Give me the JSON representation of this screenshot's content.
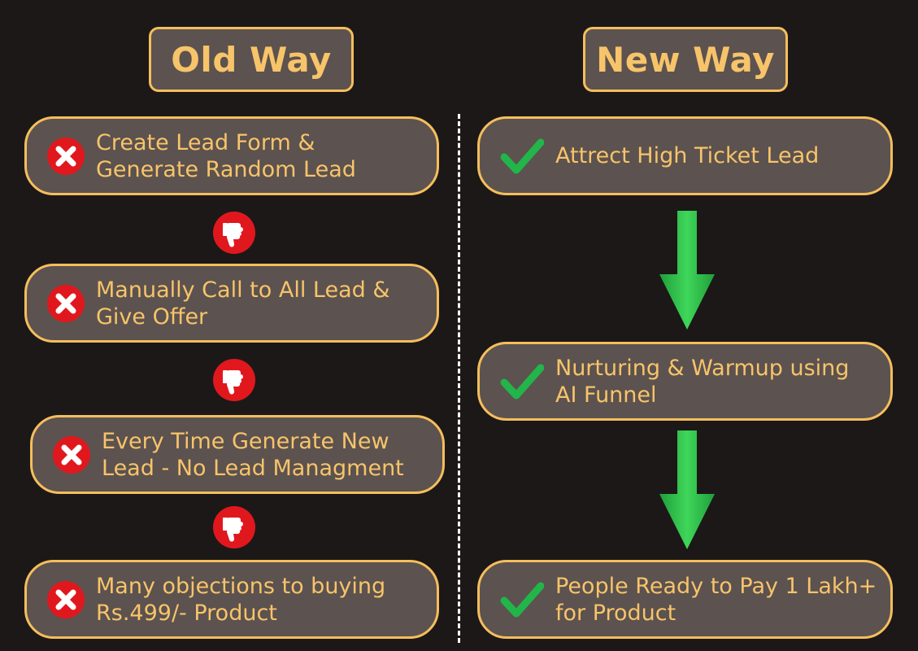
{
  "titles": {
    "old": "Old Way",
    "new": "New Way"
  },
  "old_steps": [
    {
      "text": "Create Lead Form &\nGenerate Random Lead",
      "icon": "cross-icon"
    },
    {
      "text": "Manually Call to All Lead &\nGive Offer",
      "icon": "cross-icon"
    },
    {
      "text": "Every Time Generate New\nLead - No Lead Managment",
      "icon": "cross-icon"
    },
    {
      "text": "Many objections to buying\nRs.499/- Product",
      "icon": "cross-icon"
    }
  ],
  "new_steps": [
    {
      "text": "Attrect High Ticket Lead",
      "icon": "check-icon"
    },
    {
      "text": "Nurturing & Warmup using\nAI Funnel",
      "icon": "check-icon"
    },
    {
      "text": "People Ready to Pay 1 Lakh+\nfor Product",
      "icon": "check-icon"
    }
  ],
  "connectors": {
    "old": "thumbs-down-icon",
    "new": "down-arrow-icon"
  },
  "colors": {
    "background": "#1c1818",
    "box_fill": "#5c524f",
    "box_border": "#f5be5c",
    "text": "#f7c46a",
    "cross": "#e0181e",
    "check": "#22b54a",
    "arrow": "#2fc44a"
  }
}
